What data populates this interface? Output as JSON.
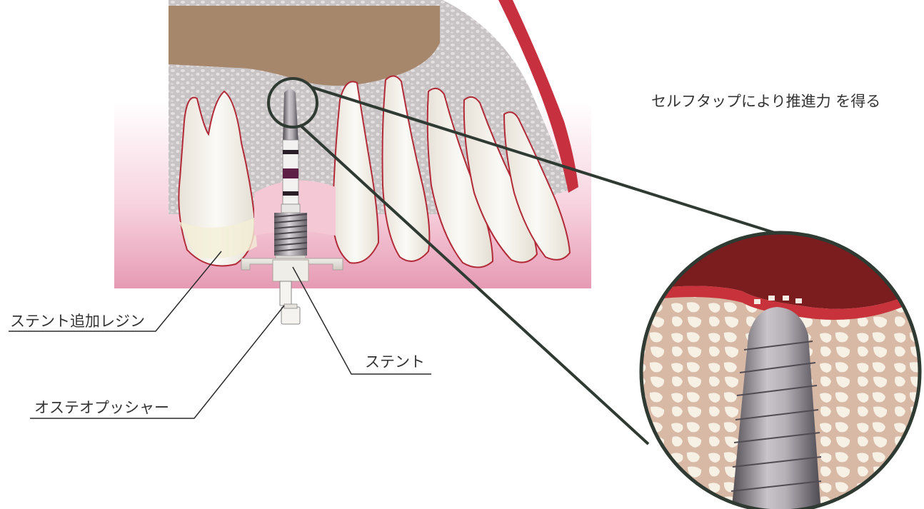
{
  "labels": {
    "self_tap": "セルフタップにより推進力 を得る",
    "stent_resin": "ステント追加レジン",
    "stent": "ステント",
    "osteo_pusher": "オステオプッシャー"
  }
}
